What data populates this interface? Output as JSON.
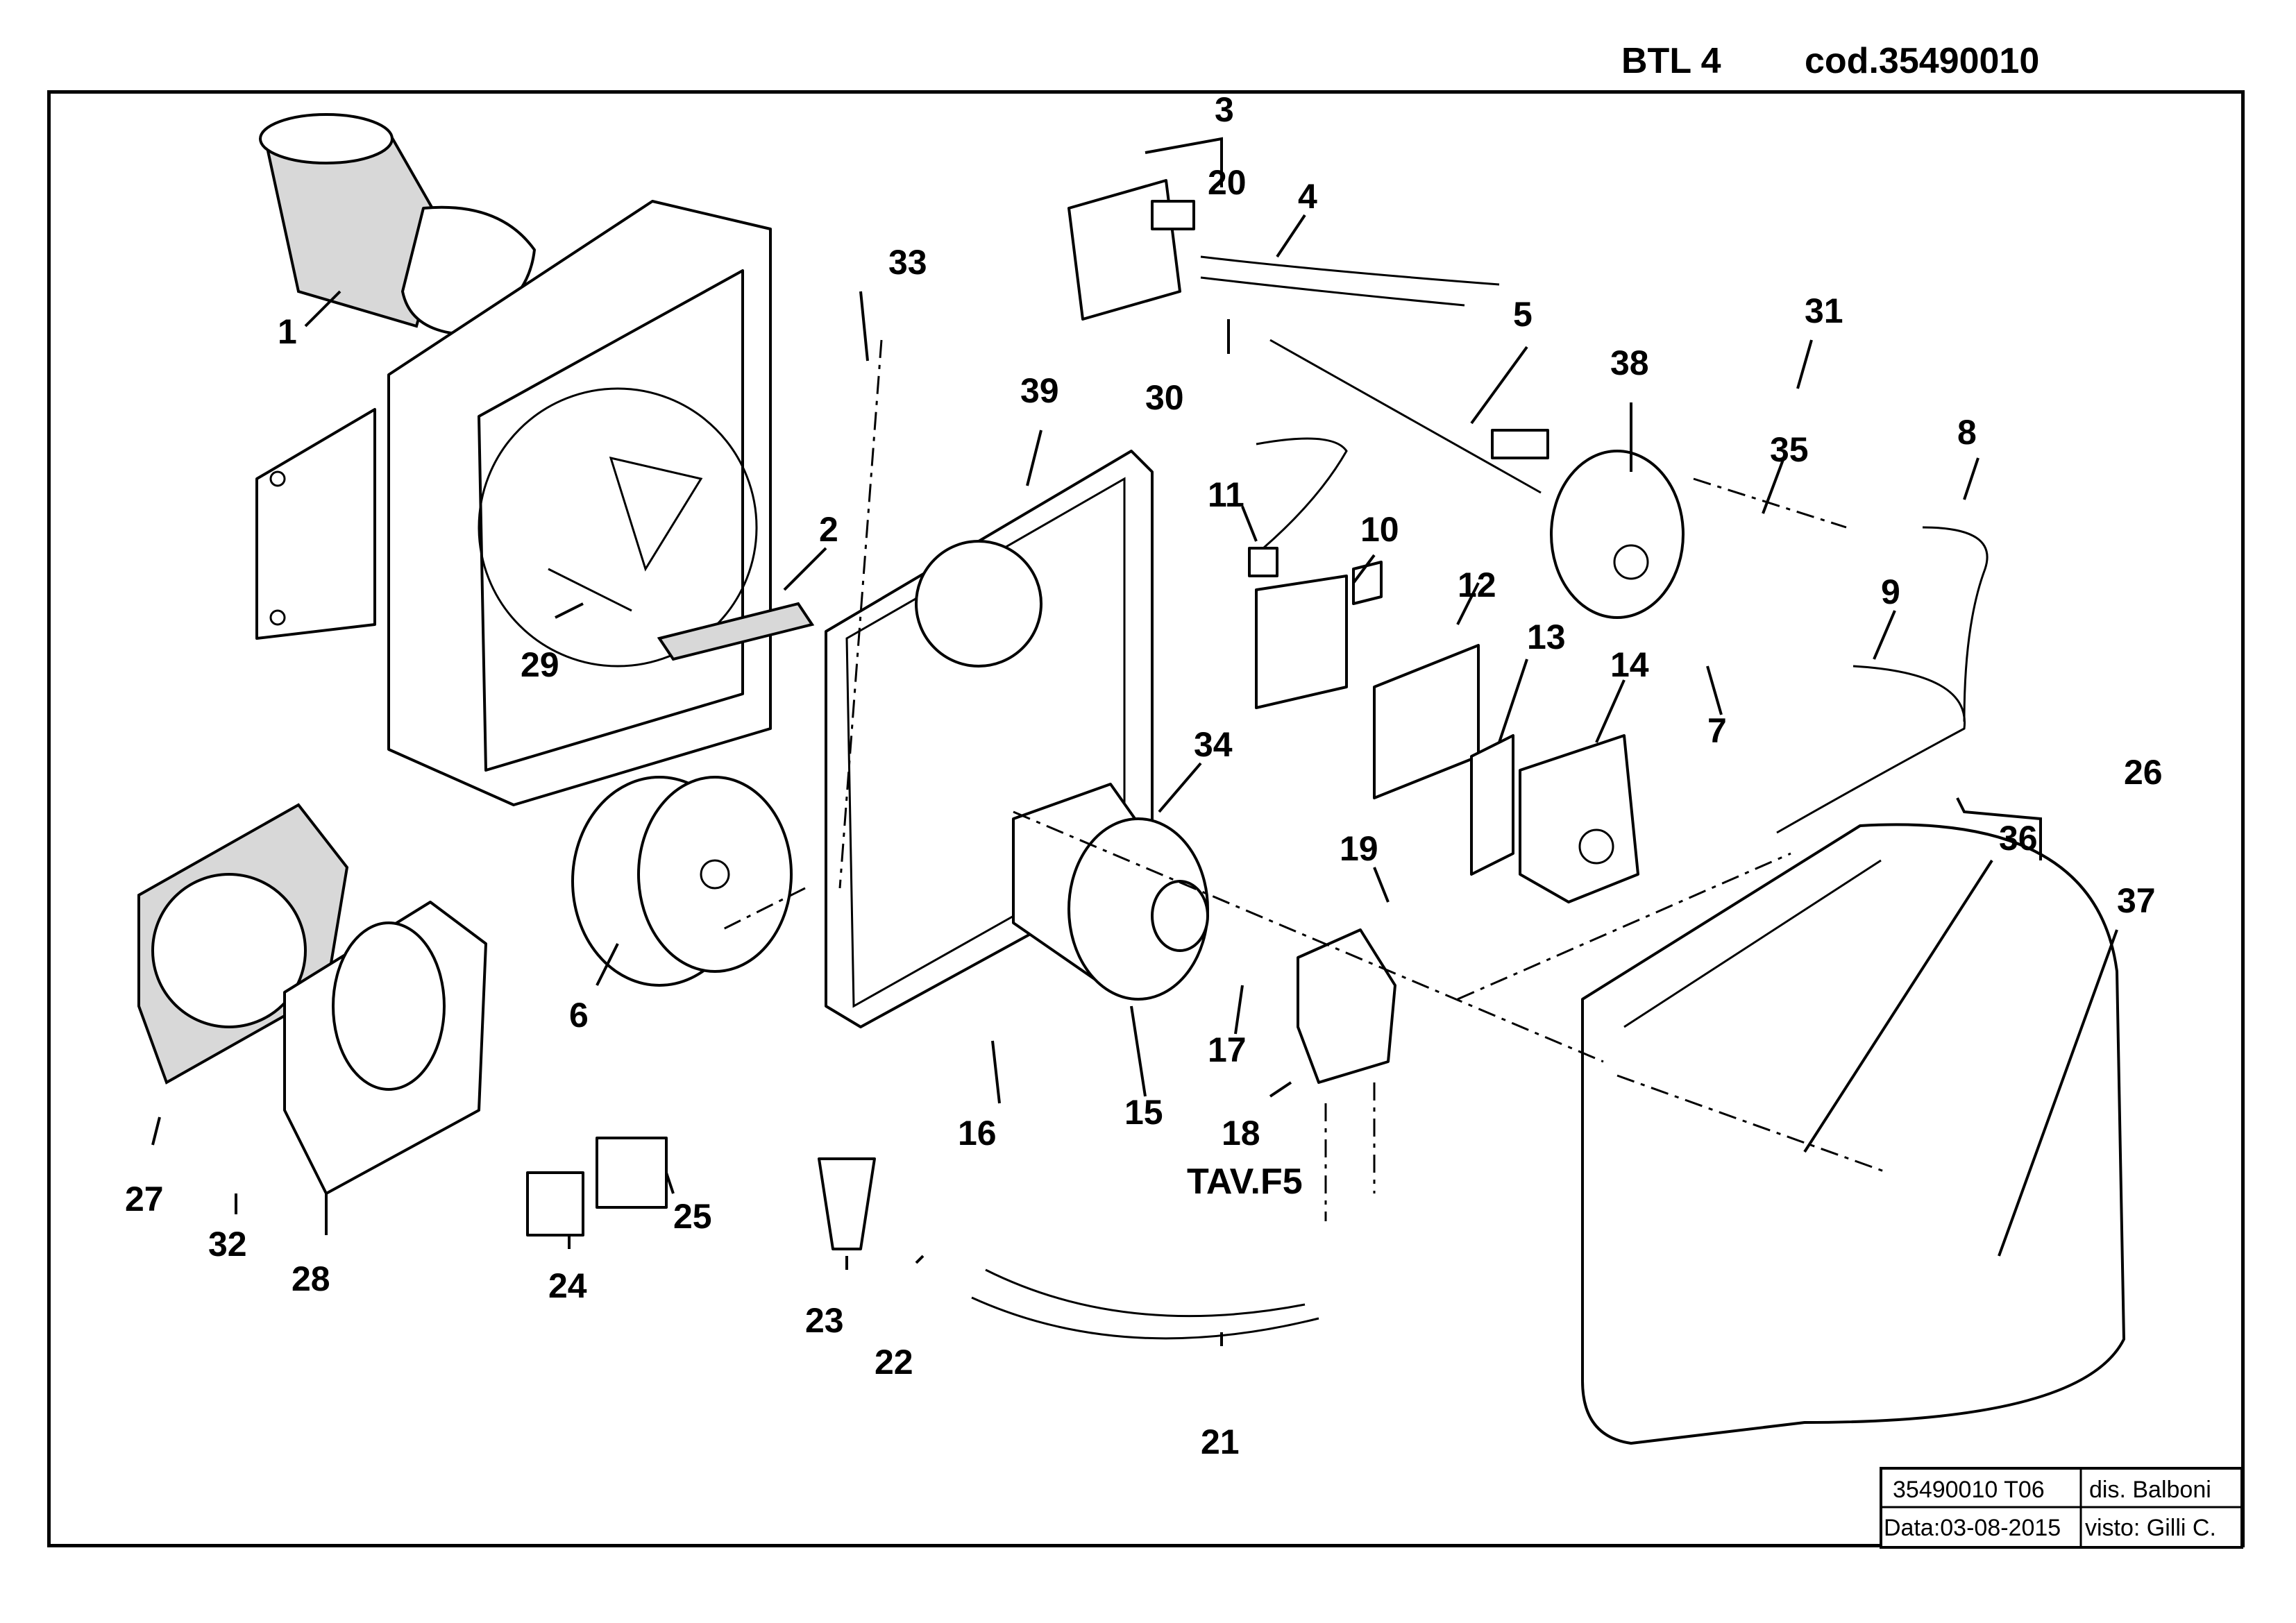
{
  "header": {
    "model": "BTL 4",
    "code": "cod.35490010"
  },
  "reference_label": "TAV.F5",
  "callouts": [
    "1",
    "2",
    "3",
    "4",
    "5",
    "6",
    "7",
    "8",
    "9",
    "10",
    "11",
    "12",
    "13",
    "14",
    "15",
    "16",
    "17",
    "18",
    "19",
    "20",
    "21",
    "22",
    "23",
    "24",
    "25",
    "26",
    "27",
    "28",
    "29",
    "30",
    "31",
    "32",
    "33",
    "34",
    "35",
    "36",
    "37",
    "38",
    "39"
  ],
  "title_block": {
    "drawing_code": "35490010 T06",
    "drawn_by": "dis. Balboni",
    "date": "Data:03-08-2015",
    "checked_by": "visto: Gilli C."
  }
}
